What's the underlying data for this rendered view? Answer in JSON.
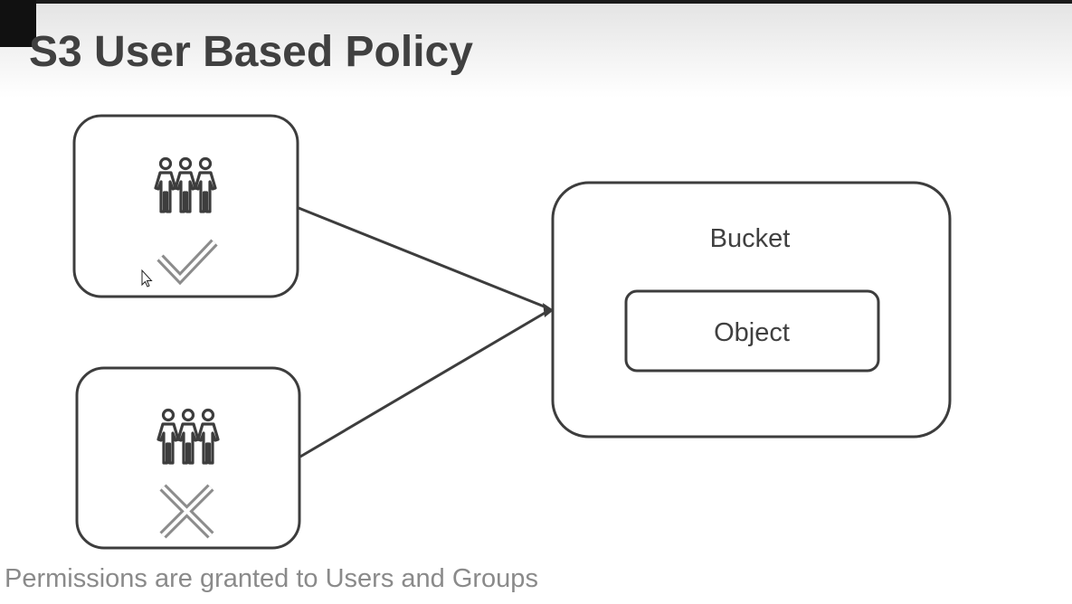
{
  "slide": {
    "title": "S3 User Based Policy",
    "caption": "Permissions are granted to Users and Groups"
  },
  "diagram": {
    "groups": [
      {
        "icon": "users-group-icon",
        "status_icon": "checkmark-icon",
        "status": "allowed"
      },
      {
        "icon": "users-group-icon",
        "status_icon": "cross-icon",
        "status": "denied"
      }
    ],
    "bucket": {
      "label": "Bucket"
    },
    "object": {
      "label": "Object"
    }
  },
  "colors": {
    "title": "#404040",
    "stroke": "#3d3d3d",
    "status_icon": "#8c8c8c",
    "caption": "#8a8a8a"
  }
}
